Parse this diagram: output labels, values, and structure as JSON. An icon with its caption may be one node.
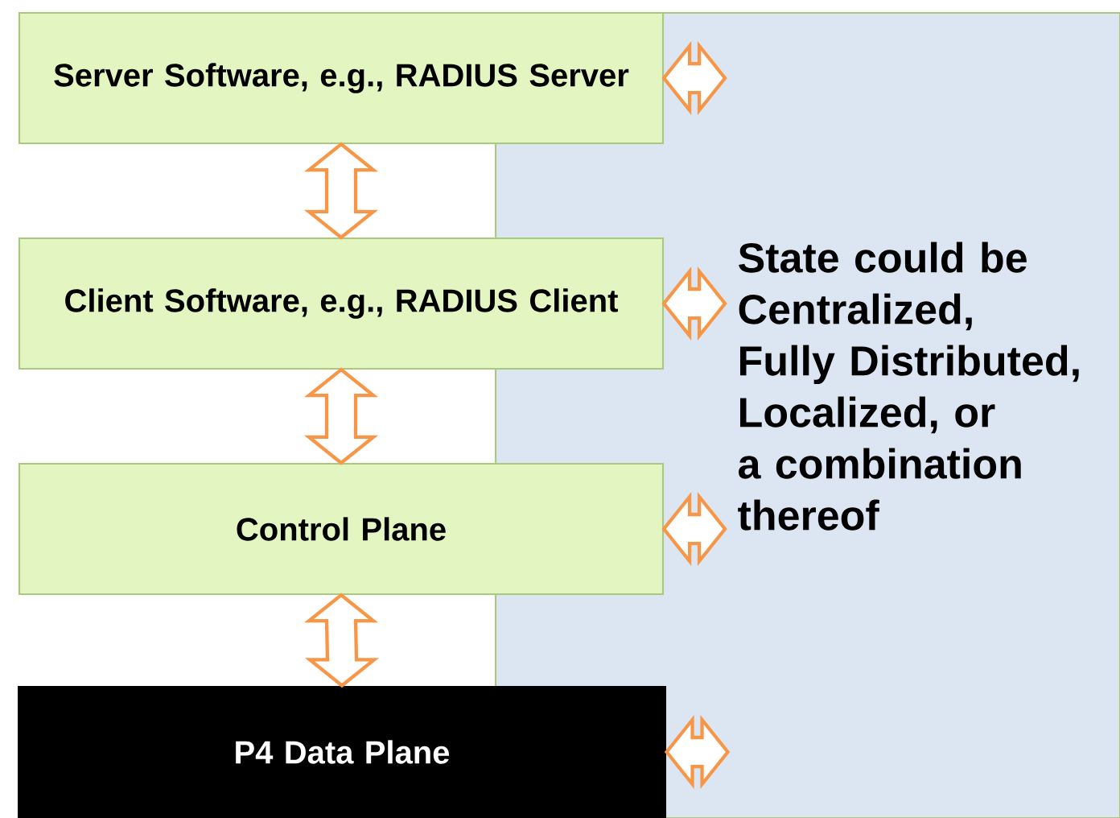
{
  "diagram": {
    "nodes": [
      {
        "text": [
          "State could be Centralized, Fully Distributed, Localized, or a combination thereof"
        ]
      },
      {
        "text": [
          "Server Software, e.g., RADIUS Server"
        ]
      },
      {
        "text": [
          "Client Software, e.g., RADIUS Client"
        ]
      },
      {
        "text": [
          "Control Plane"
        ]
      },
      {
        "text": [
          "P4 Data Plane"
        ]
      }
    ],
    "edges": [
      {
        "from": 1,
        "to": 2,
        "arrow": "both"
      },
      {
        "from": 2,
        "to": 3,
        "arrow": "both"
      },
      {
        "from": 3,
        "to": 4,
        "arrow": "both"
      },
      {
        "from": 1,
        "to": null,
        "arrow": "both"
      },
      {
        "from": 2,
        "to": null,
        "arrow": "both"
      },
      {
        "from": 3,
        "to": null,
        "arrow": "both"
      },
      {
        "from": 4,
        "to": null,
        "arrow": "both"
      }
    ]
  }
}
